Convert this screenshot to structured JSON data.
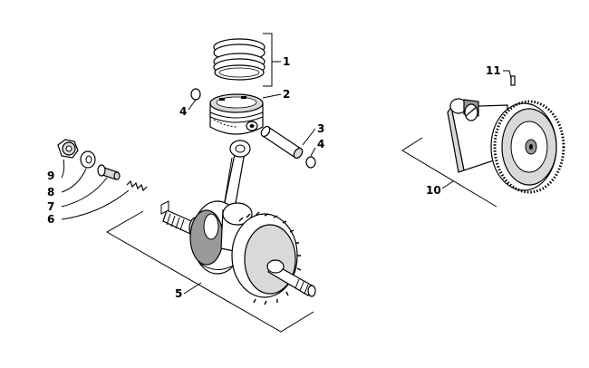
{
  "callouts": {
    "c1": "1",
    "c2": "2",
    "c3": "3",
    "c4a": "4",
    "c4b": "4",
    "c5": "5",
    "c6": "6",
    "c7": "7",
    "c8": "8",
    "c9": "9",
    "c10": "10",
    "c11": "11"
  },
  "parts": [
    {
      "callout": "1",
      "icon": "piston-rings-icon"
    },
    {
      "callout": "2",
      "icon": "piston-icon"
    },
    {
      "callout": "3",
      "icon": "wrist-pin-icon"
    },
    {
      "callout": "4",
      "icon": "circlip-icon"
    },
    {
      "callout": "5",
      "icon": "crankshaft-icon"
    },
    {
      "callout": "6",
      "icon": "spring-icon"
    },
    {
      "callout": "7",
      "icon": "pin-icon"
    },
    {
      "callout": "8",
      "icon": "washer-icon"
    },
    {
      "callout": "9",
      "icon": "nut-icon"
    },
    {
      "callout": "10",
      "icon": "balancer-shaft-icon"
    },
    {
      "callout": "11",
      "icon": "key-icon"
    }
  ]
}
